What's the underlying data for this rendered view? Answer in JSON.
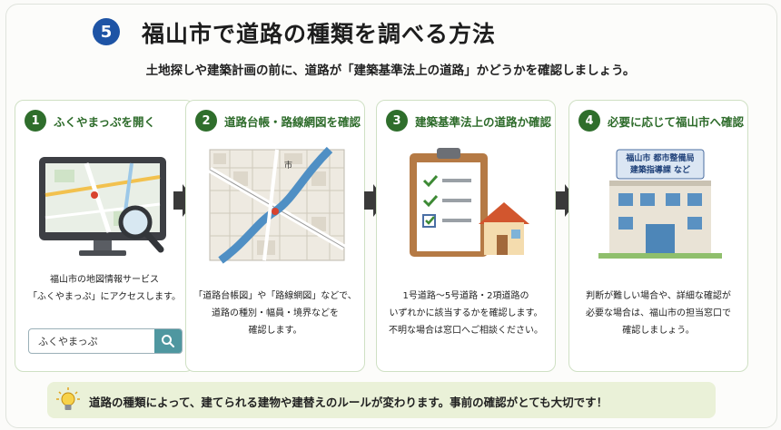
{
  "header": {
    "step_number": "5",
    "title": "福山市で道路の種類を調べる方法",
    "subtitle": "土地探しや建築計画の前に、道路が「建築基準法上の道路」かどうかを確認しましょう。"
  },
  "steps": [
    {
      "number": "1",
      "title": "ふくやまっぷを開く",
      "text_lines": [
        "福山市の地図情報サービス",
        "「ふくやまっぷ」にアクセスします。"
      ],
      "search_text": "ふくやまっぷ",
      "icon": "monitor-map-icon"
    },
    {
      "number": "2",
      "title": "道路台帳・路線網図を確認",
      "text_lines": [
        "「道路台帳図」や「路線網図」などで、",
        "道路の種別・幅員・境界などを",
        "確認します。"
      ],
      "map_label": "市",
      "icon": "street-map-icon"
    },
    {
      "number": "3",
      "title": "建築基準法上の道路か確認",
      "text_lines": [
        "1号道路～5号道路・2項道路の",
        "いずれかに該当するかを確認します。",
        "不明な場合は窓口へご相談ください。"
      ],
      "icon": "checklist-house-icon"
    },
    {
      "number": "4",
      "title": "必要に応じて福山市へ確認",
      "text_lines": [
        "判断が難しい場合や、詳細な確認が",
        "必要な場合は、福山市の担当窓口で",
        "確認しましょう。"
      ],
      "sign_lines": [
        "福山市 都市整備局",
        "建築指導課 など"
      ],
      "icon": "city-office-icon"
    }
  ],
  "tip": {
    "text": "道路の種類によって、建てられる建物や建替えのルールが変わります。事前の確認がとても大切です！",
    "icon": "lightbulb-icon"
  },
  "colors": {
    "title_badge": "#1e54a5",
    "step_green": "#2f6e2c",
    "card_border": "#cfe0c4",
    "tip_bg": "#eaf1d8",
    "arrow": "#3a3a3a"
  }
}
